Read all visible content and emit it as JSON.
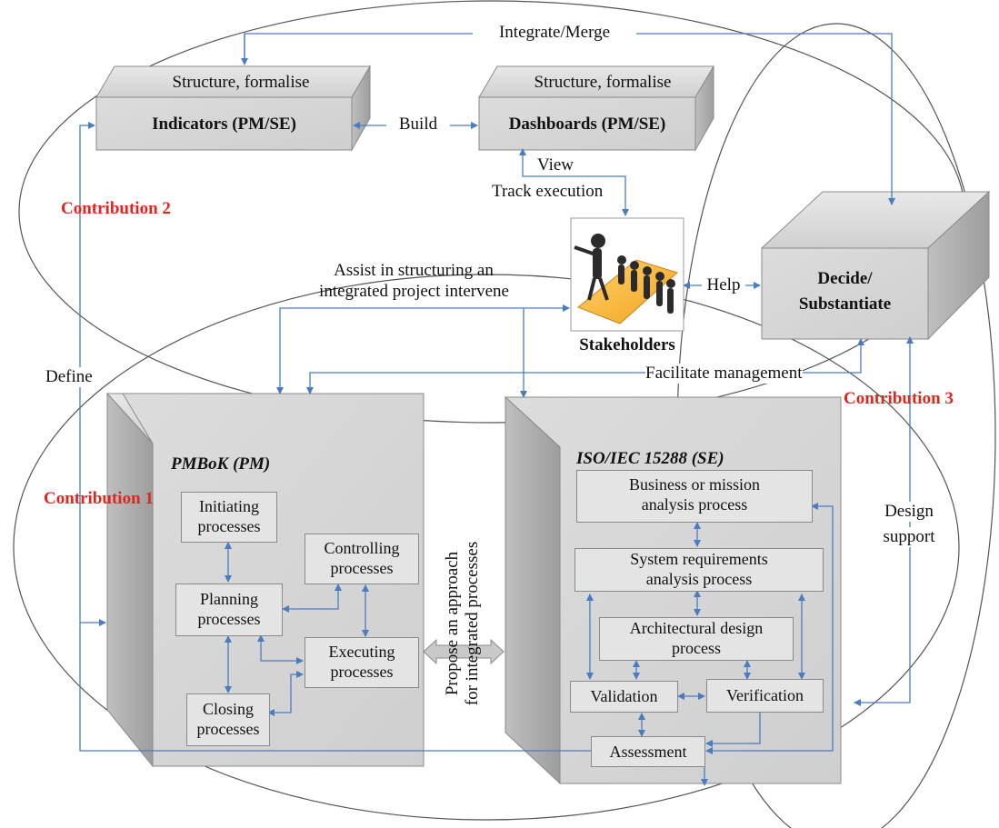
{
  "integrate_label": "Integrate/Merge",
  "indicators": {
    "top": "Structure, formalise",
    "title": "Indicators (PM/SE)"
  },
  "dashboards": {
    "top": "Structure, formalise",
    "title": "Dashboards (PM/SE)"
  },
  "build_label": "Build",
  "view_label": "View",
  "track_label": "Track execution",
  "contribution2": "Contribution 2",
  "contribution1": "Contribution 1",
  "contribution3": "Contribution 3",
  "assist_label": {
    "line1": "Assist in structuring an",
    "line2": "integrated project intervene"
  },
  "stakeholders_label": "Stakeholders",
  "help_label": "Help",
  "decide": {
    "line1": "Decide/",
    "line2": "Substantiate"
  },
  "define_label": "Define",
  "facilitate_label": "Facilitate management",
  "design_support": {
    "line1": "Design",
    "line2": "support"
  },
  "pmbok": {
    "title": "PMBoK (PM)",
    "initiating": [
      "Initiating",
      "processes"
    ],
    "controlling": [
      "Controlling",
      "processes"
    ],
    "planning": [
      "Planning",
      "processes"
    ],
    "executing": [
      "Executing",
      "processes"
    ],
    "closing": [
      "Closing",
      "processes"
    ]
  },
  "iso": {
    "title": "ISO/IEC 15288 (SE)",
    "business": [
      "Business or mission",
      "analysis process"
    ],
    "sysreq": [
      "System requirements",
      "analysis process"
    ],
    "arch": [
      "Architectural design",
      "process"
    ],
    "validation": "Validation",
    "verification": "Verification",
    "assessment": "Assessment"
  },
  "propose": {
    "line1": "Propose an approach",
    "line2": "for integrated processes"
  },
  "colors": {
    "arrow": "#4a7cc0",
    "box_fill": "#d9d9d9",
    "box_dark": "#a6a6a6",
    "contribution": "#e2261f"
  }
}
